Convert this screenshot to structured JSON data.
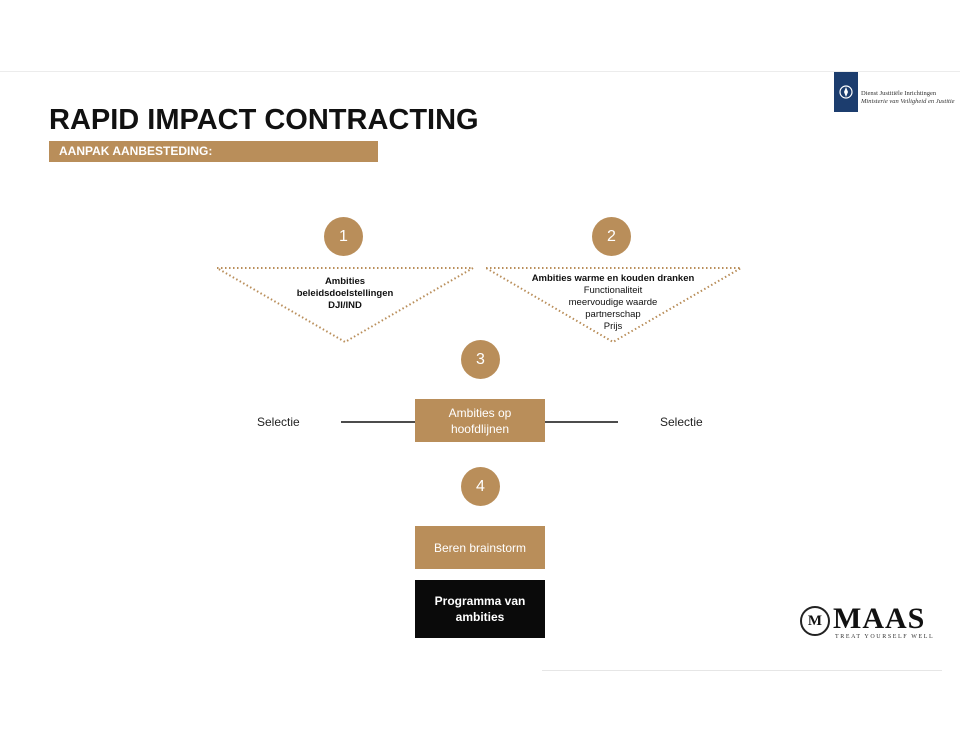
{
  "header": {
    "title": "RAPID IMPACT CONTRACTING",
    "subtitle": "AANPAK AANBESTEDING:"
  },
  "logo_gov": {
    "line1": "Dienst Justitiële Inrichtingen",
    "line2": "Ministerie van Veiligheid en Justitie",
    "icon": "coat-of-arms-icon",
    "color": "#1c3d6e"
  },
  "steps": {
    "one": "1",
    "two": "2",
    "three": "3",
    "four": "4"
  },
  "triangle_left": {
    "line1": "Ambities",
    "line2": "beleidsdoelstellingen",
    "line3": "DJI/IND"
  },
  "triangle_right": {
    "heading": "Ambities warme en kouden dranken",
    "items": [
      "Functionaliteit",
      "meervoudige waarde",
      "partnerschap",
      "Prijs"
    ]
  },
  "selection": {
    "left": "Selectie",
    "right": "Selectie"
  },
  "boxes": {
    "ambities_line1": "Ambities op",
    "ambities_line2": "hoofdlijnen",
    "brainstorm": "Beren brainstorm",
    "programma_line1": "Programma van",
    "programma_line2": "ambities"
  },
  "logo_maas": {
    "mark": "M",
    "word": "MAAS",
    "tagline": "TREAT YOURSELF WELL"
  },
  "colors": {
    "accent": "#b98e5a",
    "dark": "#0a0a0a"
  }
}
